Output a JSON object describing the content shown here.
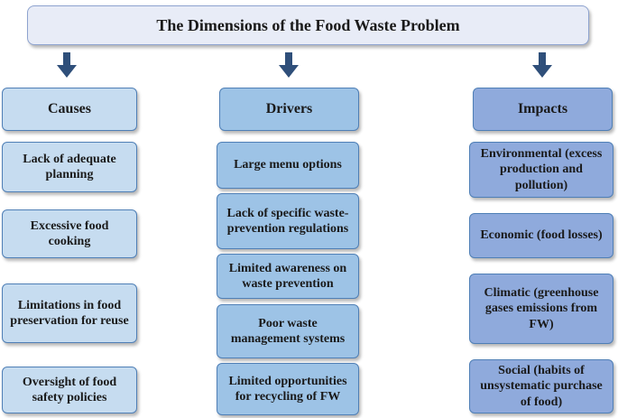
{
  "title": "The Dimensions of the Food Waste Problem",
  "columns": [
    {
      "header": "Causes",
      "items": [
        "Lack of adequate planning",
        "Excessive food cooking",
        "Limitations in food preservation for reuse",
        "Oversight of food safety policies"
      ]
    },
    {
      "header": "Drivers",
      "items": [
        "Large menu options",
        "Lack of specific waste-prevention regulations",
        "Limited awareness on waste prevention",
        "Poor waste management systems",
        "Limited opportunities for recycling of FW"
      ]
    },
    {
      "header": "Impacts",
      "items": [
        "Environmental (excess production and pollution)",
        "Economic (food losses)",
        "Climatic (greenhouse gases emissions from FW)",
        "Social (habits of unsystematic purchase of food)"
      ]
    }
  ],
  "colors": {
    "title_fill": "#e8ecf7",
    "causes_fill": "#c6dcf0",
    "drivers_fill": "#9dc3e6",
    "impacts_fill": "#8faadc",
    "border": "#4f7fb6",
    "arrow": "#2f4f7a"
  }
}
